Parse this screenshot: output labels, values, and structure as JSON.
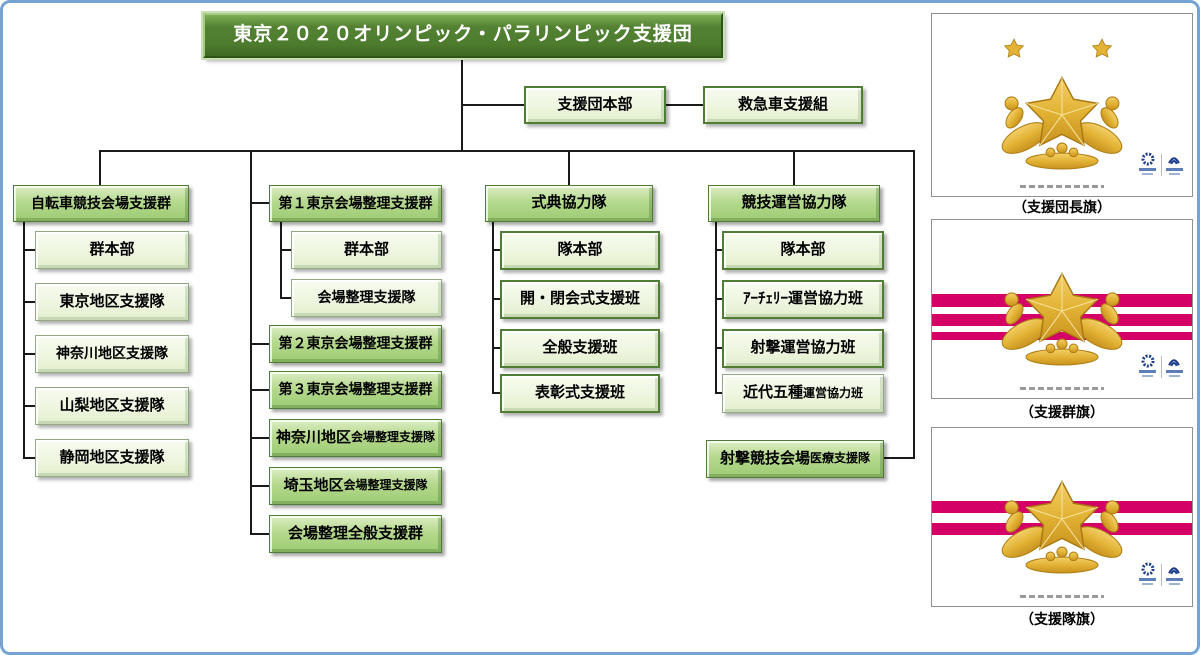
{
  "title": "東京２０２０オリンピック・パラリンピック支援団",
  "top": {
    "hq": "支援団本部",
    "ambulance": "救急車支援組"
  },
  "col1": {
    "header": "自転車競技会場支援群",
    "c0": "群本部",
    "c1": "東京地区支援隊",
    "c2": "神奈川地区支援隊",
    "c3": "山梨地区支援隊",
    "c4": "静岡地区支援隊"
  },
  "col2": {
    "header": "第１東京会場整理支援群",
    "c0": "群本部",
    "c1": "会場整理支援隊",
    "g2": "第２東京会場整理支援群",
    "g3": "第３東京会場整理支援群",
    "g4_main": "神奈川地区",
    "g4_sub": "会場整理支援隊",
    "g5_main": "埼玉地区",
    "g5_sub": "会場整理支援隊",
    "g6": "会場整理全般支援群"
  },
  "col3": {
    "header": "式典協力隊",
    "c0": "隊本部",
    "c1": "開・閉会式支援班",
    "c2": "全般支援班",
    "c3": "表彰式支援班"
  },
  "col4": {
    "header": "競技運営協力隊",
    "c0": "隊本部",
    "c1": "ｱｰﾁｪﾘｰ運営協力班",
    "c2": "射撃運営協力班",
    "c3_main": "近代五種",
    "c3_sub": "運営協力班",
    "med_main": "射撃競技会場",
    "med_sub": "医療支援隊"
  },
  "flags": {
    "commander": {
      "caption": "（支援団長旗）",
      "stars": 2,
      "stripes": 0
    },
    "group": {
      "caption": "（支援群旗）",
      "stars": 0,
      "stripes": 3
    },
    "unit": {
      "caption": "（支援隊旗）",
      "stars": 0,
      "stripes": 2
    }
  },
  "colors": {
    "frame_blue": "#76a3d3",
    "title_green": "#4e7c2e",
    "header_green": "#b5d98e",
    "child_green": "#eef6e0",
    "border_green": "#4f7d33",
    "stripe_magenta": "#d40065",
    "emblem_gold": "#e2b335",
    "logo_blue": "#1e3c8c",
    "line_black": "#1a1a1a"
  }
}
